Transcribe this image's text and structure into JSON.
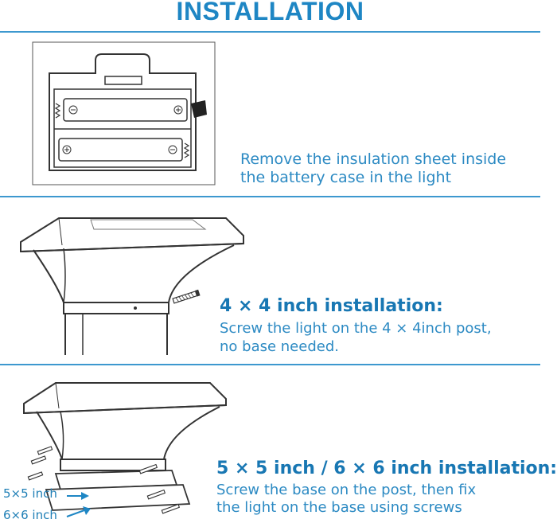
{
  "page": {
    "title": "INSTALLATION"
  },
  "steps": [
    {
      "description_line1": "Remove the insulation sheet inside",
      "description_line2": "the battery case in the light"
    },
    {
      "heading": "4 × 4 inch installation:",
      "description_line1": "Screw the light on the 4 × 4inch post,",
      "description_line2": "no base needed."
    },
    {
      "heading": "5 × 5 inch / 6 × 6 inch installation:",
      "description_line1": "Screw the base on the post, then fix",
      "description_line2": "the light on the base using screws",
      "callout_5x5": "5×5 inch",
      "callout_6x6": "6×6 inch"
    }
  ],
  "colors": {
    "accent": "#1e86c4",
    "text": "#2c8ac3",
    "line_art": "#333333"
  }
}
